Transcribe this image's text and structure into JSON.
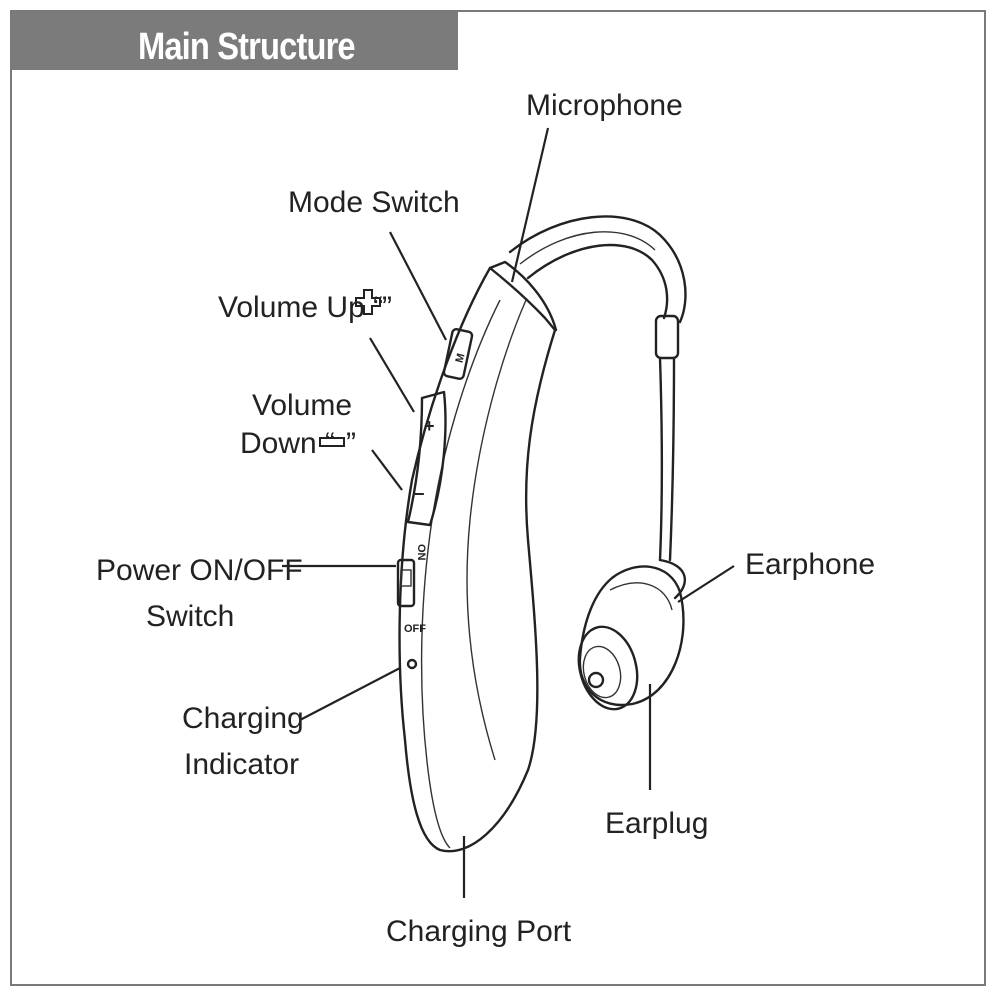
{
  "title": "Main Structure",
  "labels": {
    "microphone": "Microphone",
    "mode_switch": "Mode Switch",
    "volume_up": "Volume Up “",
    "volume_up_close": "”",
    "volume_down_1": "Volume",
    "volume_down_2": "Down “",
    "volume_down_close": "”",
    "power_1": "Power ON/OFF",
    "power_2": "Switch",
    "charging_ind_1": "Charging",
    "charging_ind_2": "Indicator",
    "charging_port": "Charging Port",
    "earphone": "Earphone",
    "earplug": "Earplug"
  },
  "device_marks": {
    "mode_button": "M",
    "plus": "+",
    "minus": "−",
    "on": "ON",
    "off": "OFF"
  }
}
